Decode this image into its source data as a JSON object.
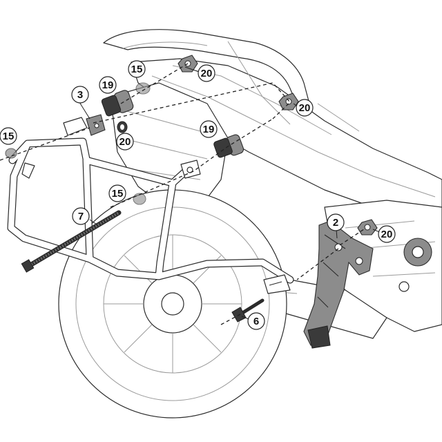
{
  "diagram": {
    "callouts": [
      {
        "id": "c15-a",
        "label": "15"
      },
      {
        "id": "c3",
        "label": "3"
      },
      {
        "id": "c19-a",
        "label": "19"
      },
      {
        "id": "c20-a",
        "label": "20"
      },
      {
        "id": "c20-b",
        "label": "20"
      },
      {
        "id": "c20-c",
        "label": "20"
      },
      {
        "id": "c15-b",
        "label": "15"
      },
      {
        "id": "c19-b",
        "label": "19"
      },
      {
        "id": "c15-c",
        "label": "15"
      },
      {
        "id": "c7",
        "label": "7"
      },
      {
        "id": "c2",
        "label": "2"
      },
      {
        "id": "c20-d",
        "label": "20"
      },
      {
        "id": "c6",
        "label": "6"
      }
    ],
    "colors": {
      "line": "#2b2b2b",
      "fill": "#ffffff",
      "part_gray": "#8c8c8c",
      "bolt_dark": "#3a3a3a"
    }
  }
}
